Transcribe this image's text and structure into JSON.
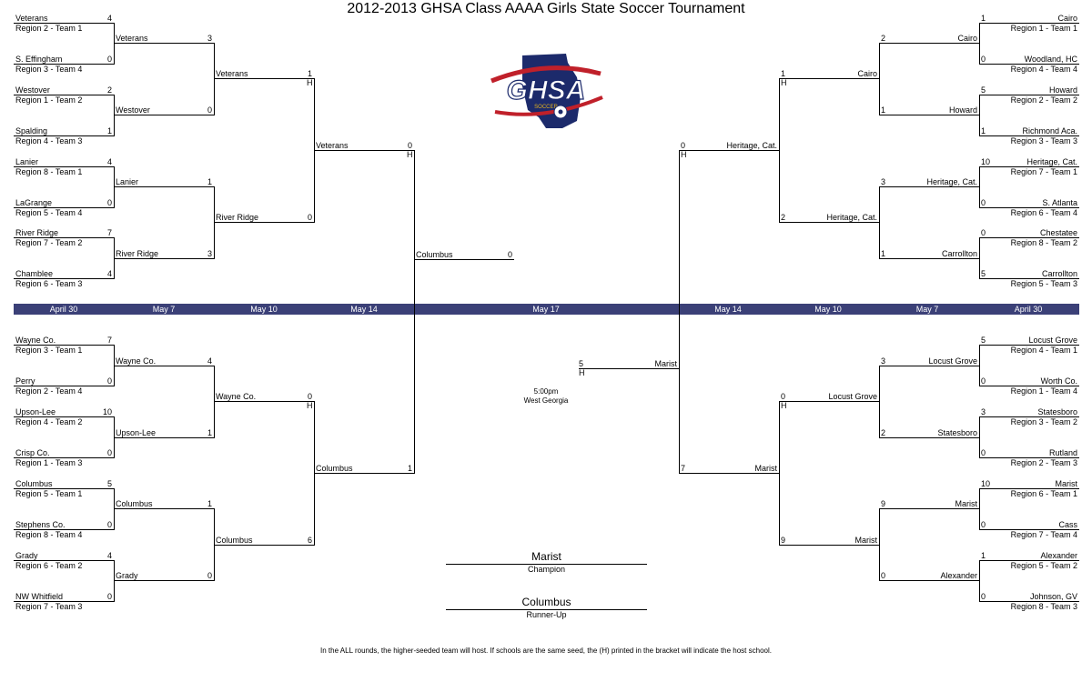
{
  "title": "2012-2013 GHSA Class AAAA Girls State Soccer Tournament",
  "logo": {
    "text": "GHSA",
    "subtext": "SOCCER",
    "colors": {
      "navy": "#1c2a6b",
      "red": "#c0202a",
      "gold": "#e5b31c"
    }
  },
  "date_labels": [
    "April 30",
    "May 7",
    "May 10",
    "May 14",
    "May 17",
    "May 14",
    "May 10",
    "May 7",
    "April 30"
  ],
  "accent_color": "#3b4077",
  "final": {
    "time": "5:00pm",
    "venue": "West Georgia"
  },
  "champion": {
    "name": "Marist",
    "label": "Champion"
  },
  "runner_up": {
    "name": "Columbus",
    "label": "Runner-Up"
  },
  "footnote": "In the ALL rounds, the higher-seeded team will host.  If schools are the same seed, the (H) printed in the bracket will indicate the host school.",
  "host_marker": "H",
  "left_r1": [
    {
      "name": "Veterans",
      "seed": "Region 2 - Team 1",
      "score": "4"
    },
    {
      "name": "S. Effingham",
      "seed": "Region 3 - Team 4",
      "score": "0"
    },
    {
      "name": "Westover",
      "seed": "Region 1 - Team 2",
      "score": "2"
    },
    {
      "name": "Spalding",
      "seed": "Region 4 - Team 3",
      "score": "1"
    },
    {
      "name": "Lanier",
      "seed": "Region 8 - Team 1",
      "score": "4"
    },
    {
      "name": "LaGrange",
      "seed": "Region 5 - Team 4",
      "score": "0"
    },
    {
      "name": "River Ridge",
      "seed": "Region 7 - Team 2",
      "score": "7"
    },
    {
      "name": "Chamblee",
      "seed": "Region 6 - Team 3",
      "score": "4"
    },
    {
      "name": "Wayne Co.",
      "seed": "Region 3 - Team 1",
      "score": "7"
    },
    {
      "name": "Perry",
      "seed": "Region 2 - Team 4",
      "score": "0"
    },
    {
      "name": "Upson-Lee",
      "seed": "Region 4 - Team 2",
      "score": "10"
    },
    {
      "name": "Crisp Co.",
      "seed": "Region 1 - Team 3",
      "score": "0"
    },
    {
      "name": "Columbus",
      "seed": "Region 5 - Team 1",
      "score": "5"
    },
    {
      "name": "Stephens Co.",
      "seed": "Region 8 - Team 4",
      "score": "0"
    },
    {
      "name": "Grady",
      "seed": "Region 6 - Team 2",
      "score": "4"
    },
    {
      "name": "NW Whitfield",
      "seed": "Region 7 - Team 3",
      "score": "0"
    }
  ],
  "left_r2": [
    {
      "name": "Veterans",
      "score": "3"
    },
    {
      "name": "Westover",
      "score": "0"
    },
    {
      "name": "Lanier",
      "score": "1"
    },
    {
      "name": "River Ridge",
      "score": "3"
    },
    {
      "name": "Wayne Co.",
      "score": "4"
    },
    {
      "name": "Upson-Lee",
      "score": "1"
    },
    {
      "name": "Columbus",
      "score": "1"
    },
    {
      "name": "Grady",
      "score": "0"
    }
  ],
  "left_r3": [
    {
      "name": "Veterans",
      "score": "1",
      "host": true
    },
    {
      "name": "River Ridge",
      "score": "0"
    },
    {
      "name": "Wayne Co.",
      "score": "0",
      "host": true
    },
    {
      "name": "Columbus",
      "score": "6"
    }
  ],
  "left_r4": [
    {
      "name": "Veterans",
      "score": "0",
      "host": true
    },
    {
      "name": "Columbus",
      "score": "1"
    }
  ],
  "left_r5": {
    "name": "Columbus",
    "score": "0"
  },
  "right_r1": [
    {
      "name": "Cairo",
      "seed": "Region 1 - Team 1",
      "score": "1"
    },
    {
      "name": "Woodland, HC",
      "seed": "Region 4 - Team 4",
      "score": "0"
    },
    {
      "name": "Howard",
      "seed": "Region 2 - Team 2",
      "score": "5"
    },
    {
      "name": "Richmond Aca.",
      "seed": "Region 3 - Team 3",
      "score": "1"
    },
    {
      "name": "Heritage, Cat.",
      "seed": "Region 7 - Team 1",
      "score": "10"
    },
    {
      "name": "S. Atlanta",
      "seed": "Region 6 - Team 4",
      "score": "0"
    },
    {
      "name": "Chestatee",
      "seed": "Region 8 - Team 2",
      "score": "0"
    },
    {
      "name": "Carrollton",
      "seed": "Region 5 - Team 3",
      "score": "5"
    },
    {
      "name": "Locust Grove",
      "seed": "Region 4 - Team 1",
      "score": "5"
    },
    {
      "name": "Worth Co.",
      "seed": "Region 1 - Team 4",
      "score": "0"
    },
    {
      "name": "Statesboro",
      "seed": "Region 3 - Team 2",
      "score": "3"
    },
    {
      "name": "Rutland",
      "seed": "Region 2 - Team 3",
      "score": "0"
    },
    {
      "name": "Marist",
      "seed": "Region 6 - Team 1",
      "score": "10"
    },
    {
      "name": "Cass",
      "seed": "Region 7 - Team 4",
      "score": "0"
    },
    {
      "name": "Alexander",
      "seed": "Region 5 - Team 2",
      "score": "1"
    },
    {
      "name": "Johnson, GV",
      "seed": "Region 8 - Team 3",
      "score": "0"
    }
  ],
  "right_r2": [
    {
      "name": "Cairo",
      "score": "2"
    },
    {
      "name": "Howard",
      "score": "1"
    },
    {
      "name": "Heritage, Cat.",
      "score": "3"
    },
    {
      "name": "Carrollton",
      "score": "1"
    },
    {
      "name": "Locust Grove",
      "score": "3"
    },
    {
      "name": "Statesboro",
      "score": "2"
    },
    {
      "name": "Marist",
      "score": "9"
    },
    {
      "name": "Alexander",
      "score": "0"
    }
  ],
  "right_r3": [
    {
      "name": "Cairo",
      "score": "1",
      "host": true
    },
    {
      "name": "Heritage, Cat.",
      "score": "2"
    },
    {
      "name": "Locust Grove",
      "score": "0",
      "host": true
    },
    {
      "name": "Marist",
      "score": "9"
    }
  ],
  "right_r4": [
    {
      "name": "Heritage, Cat.",
      "score": "0",
      "host": true
    },
    {
      "name": "Marist",
      "score": "7"
    }
  ],
  "right_r5": {
    "name": "Marist",
    "score": "5",
    "host": true
  }
}
